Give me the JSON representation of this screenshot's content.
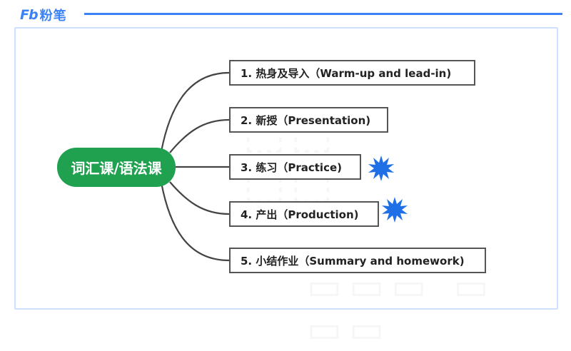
{
  "brand": {
    "mark": "Fb",
    "name": "粉笔"
  },
  "colors": {
    "brand": "#3b82f6",
    "root_fill": "#1fa14f",
    "star": "#1f6fe6",
    "line": "#444444"
  },
  "mindmap": {
    "root": "词汇课/语法课",
    "branches": [
      {
        "label": "1. 热身及导入（Warm-up and lead-in)"
      },
      {
        "label": "2. 新授（Presentation)"
      },
      {
        "label": "3. 练习（Practice)"
      },
      {
        "label": "4. 产出（Production)"
      },
      {
        "label": "5. 小结作业（Summary and homework)"
      }
    ]
  }
}
